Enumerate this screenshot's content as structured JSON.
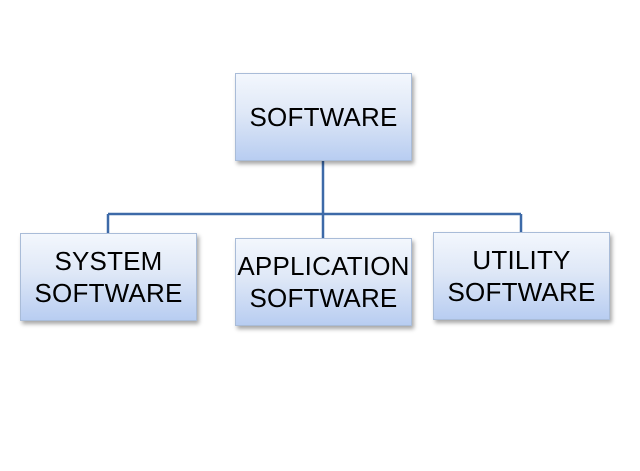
{
  "diagram": {
    "root": {
      "label": "SOFTWARE"
    },
    "children": [
      {
        "line1": "SYSTEM",
        "line2": "SOFTWARE"
      },
      {
        "line1": "APPLICATION",
        "line2": "SOFTWARE"
      },
      {
        "line1": "UTILITY",
        "line2": "SOFTWARE"
      }
    ]
  },
  "colors": {
    "connector": "#3d6aa8",
    "node_border": "#a9bcd8",
    "node_gradient_top": "#f3f7fd",
    "node_gradient_bottom": "#b8cdf1"
  }
}
